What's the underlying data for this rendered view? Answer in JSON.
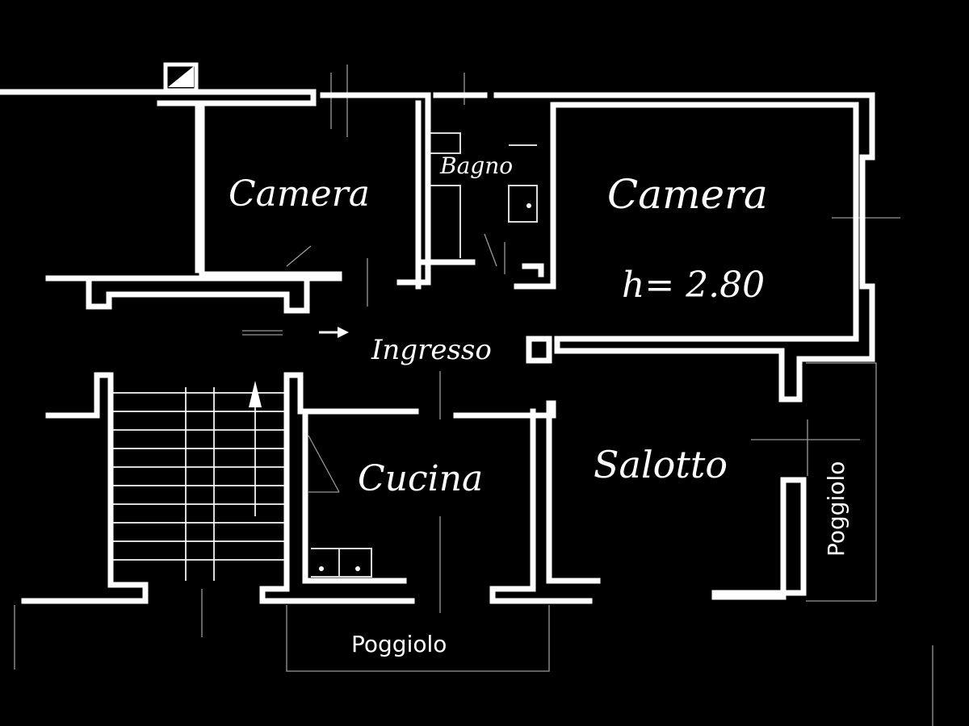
{
  "rooms": {
    "camera_left": "Camera",
    "bagno": "Bagno",
    "camera_right": "Camera",
    "height": "h= 2.80",
    "ingresso": "Ingresso",
    "cucina": "Cucina",
    "salotto": "Salotto",
    "poggiolo_bottom": "Poggiolo",
    "poggiolo_right": "Poggiolo"
  },
  "colors": {
    "background": "#000000",
    "lines": "#ffffff"
  }
}
